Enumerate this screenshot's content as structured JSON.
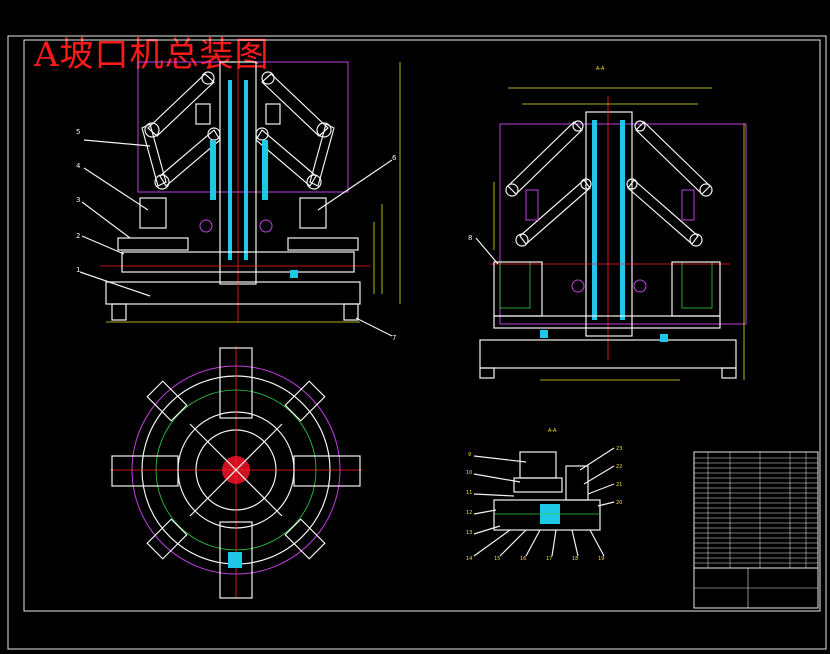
{
  "drawing": {
    "title": "A坡口机总装图",
    "colors": {
      "background": "#000000",
      "title": "#ff1a1a",
      "outline": "#f2f2f2",
      "magenta_lines": "#c040e0",
      "cyan_parts": "#20e0f0",
      "centerlines": "#ff2020",
      "dimensions": "#e8e020",
      "hatch_green": "#30d040"
    },
    "front_view": {
      "labels": [
        "5",
        "4",
        "3",
        "2",
        "1",
        "6",
        "7"
      ]
    },
    "side_view": {
      "section_mark": "A-A",
      "labels": [
        "8"
      ]
    },
    "detail_view": {
      "section_mark": "A-A",
      "labels": [
        "9",
        "10",
        "11",
        "12",
        "13",
        "14",
        "15",
        "16",
        "17",
        "18",
        "19",
        "20",
        "21",
        "22",
        "23"
      ]
    }
  }
}
